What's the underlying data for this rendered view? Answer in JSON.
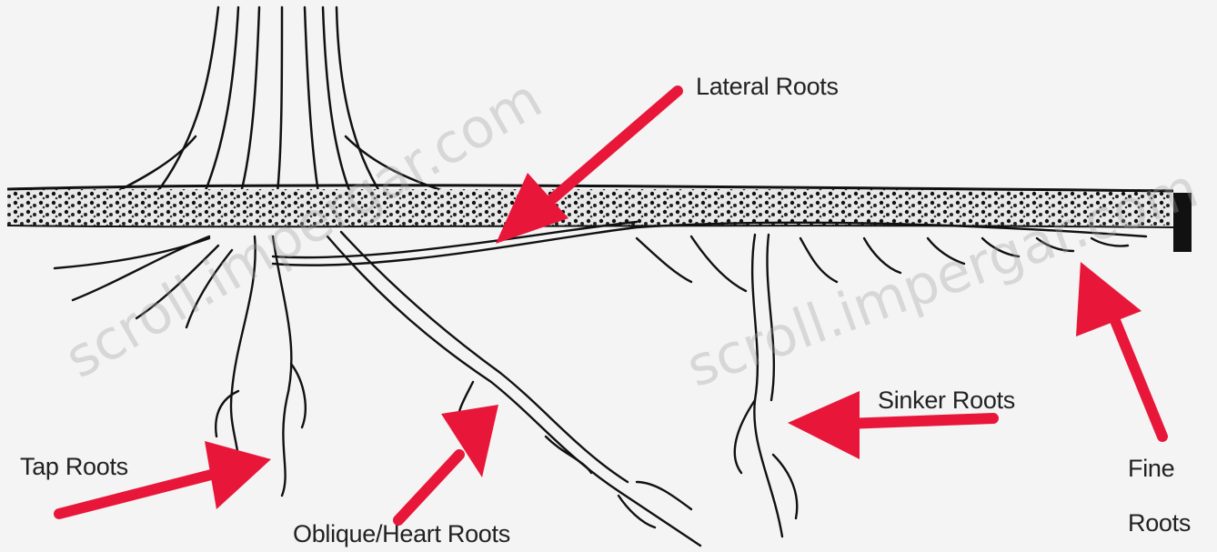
{
  "labels": {
    "lateral": "Lateral Roots",
    "sinker": "Sinker Roots",
    "tap": "Tap Roots",
    "oblique": "Oblique/Heart Roots",
    "fine_line1": "Fine",
    "fine_line2": "Roots"
  },
  "watermark": "scroll.impergar.com",
  "colors": {
    "arrow": "#e8173a",
    "ink": "#111111",
    "background": "#f4f4f4"
  }
}
